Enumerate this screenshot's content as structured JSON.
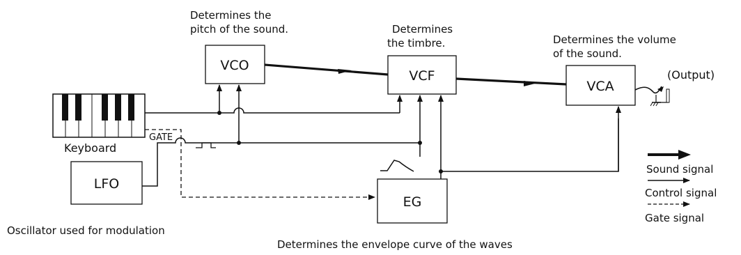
{
  "blocks": {
    "vco": "VCO",
    "vcf": "VCF",
    "vca": "VCA",
    "lfo": "LFO",
    "eg": "EG"
  },
  "descriptions": {
    "vco_line1": "Determines the",
    "vco_line2": "pitch of the sound.",
    "vcf_line1": "Determines",
    "vcf_line2": "the timbre.",
    "vca_line1": "Determines the volume",
    "vca_line2": "of the sound.",
    "lfo": "Oscillator used for modulation",
    "eg": "Determines the envelope curve of the waves"
  },
  "labels": {
    "keyboard": "Keyboard",
    "gate": "GATE",
    "output": "(Output)"
  },
  "legend": {
    "sound": "Sound signal",
    "control": "Control signal",
    "gate": "Gate signal"
  }
}
